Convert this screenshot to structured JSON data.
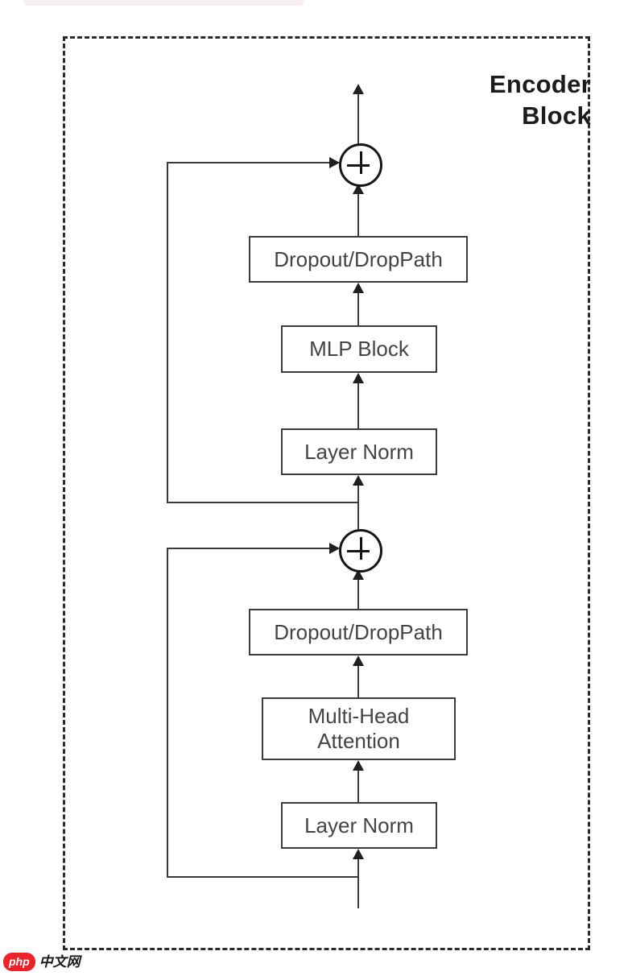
{
  "diagram": {
    "title_lines": [
      "Encoder",
      "Block"
    ],
    "colors": {
      "frame_border": "#2b2b2b",
      "box_border": "#3c3c3c",
      "box_fill": "#ffffff",
      "line": "#3b3b3b",
      "text": "#444444",
      "title_text": "#1c1c1c",
      "watermark_red": "#e8232a",
      "top_strip": "#f7eff1"
    },
    "nodes": [
      {
        "id": "mlp_dropout",
        "label": "Dropout/DropPath"
      },
      {
        "id": "mlp_block",
        "label": "MLP Block"
      },
      {
        "id": "mlp_norm",
        "label": "Layer Norm"
      },
      {
        "id": "attn_dropout",
        "label": "Dropout/DropPath"
      },
      {
        "id": "attention",
        "label": "Multi-Head\nAttention"
      },
      {
        "id": "attn_norm",
        "label": "Layer Norm"
      }
    ],
    "add_nodes": [
      {
        "id": "add_top",
        "symbol": "+"
      },
      {
        "id": "add_bottom",
        "symbol": "+"
      }
    ],
    "edges": [
      {
        "from": "input",
        "to": "attn_norm"
      },
      {
        "from": "attn_norm",
        "to": "attention"
      },
      {
        "from": "attention",
        "to": "attn_dropout"
      },
      {
        "from": "attn_dropout",
        "to": "add_bottom"
      },
      {
        "from": "input",
        "to": "add_bottom",
        "kind": "residual-skip"
      },
      {
        "from": "add_bottom",
        "to": "mlp_norm"
      },
      {
        "from": "mlp_norm",
        "to": "mlp_block"
      },
      {
        "from": "mlp_block",
        "to": "mlp_dropout"
      },
      {
        "from": "mlp_dropout",
        "to": "add_top"
      },
      {
        "from": "add_bottom",
        "to": "add_top",
        "kind": "residual-skip"
      },
      {
        "from": "add_top",
        "to": "output"
      }
    ]
  },
  "watermark": {
    "badge": "php",
    "text": "中文网"
  }
}
